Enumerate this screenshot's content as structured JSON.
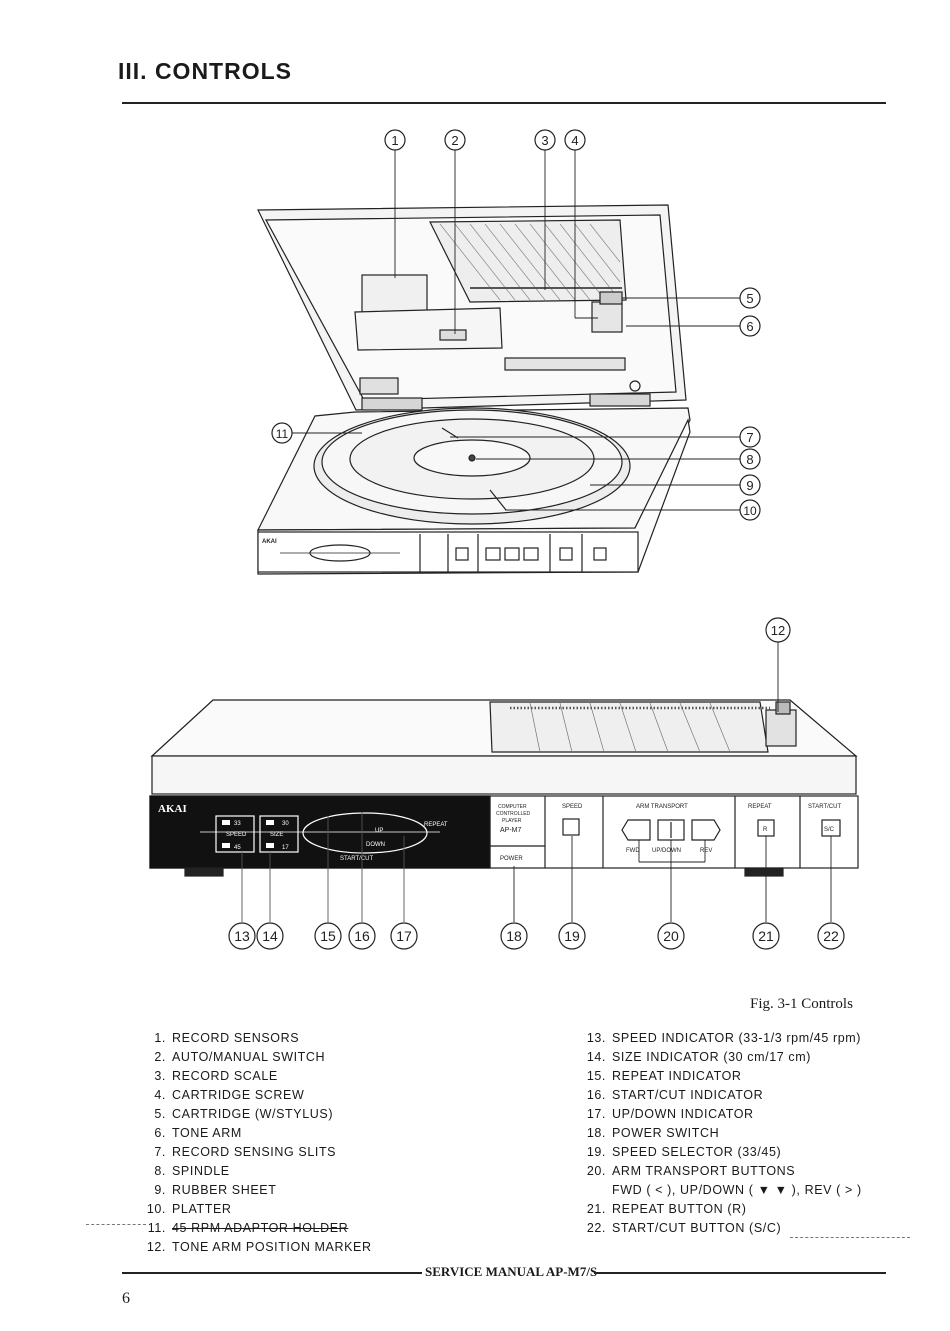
{
  "title": "III. CONTROLS",
  "figure": {
    "caption": "Fig. 3-1  Controls",
    "callouts": [
      "1",
      "2",
      "3",
      "4",
      "5",
      "6",
      "7",
      "8",
      "9",
      "10",
      "11",
      "12",
      "13",
      "14",
      "15",
      "16",
      "17",
      "18",
      "19",
      "20",
      "21",
      "22"
    ],
    "front_panel": {
      "brand": "AKAI",
      "speed_label": "SPEED",
      "size_label": "SIZE",
      "speed_33": "33",
      "speed_45": "45",
      "size_30": "30",
      "size_17": "17",
      "repeat_label": "REPEAT",
      "up_label": "UP",
      "down_label": "DOWN",
      "startcut_label": "START/CUT",
      "model_line1": "COMPUTER",
      "model_line2": "CONTROLLED",
      "model_line3": "PLAYER",
      "model": "AP-M7",
      "power_label": "POWER",
      "speed_section": "SPEED",
      "arm_transport": "ARM TRANSPORT",
      "fwd_label": "FWD",
      "updown_label": "UP/DOWN",
      "rev_label": "REV",
      "repeat_section": "REPEAT",
      "startcut_section": "START/CUT",
      "repeat_key": "R",
      "startcut_key": "S/C"
    }
  },
  "list_left": [
    {
      "num": "1.",
      "text": "RECORD SENSORS"
    },
    {
      "num": "2.",
      "text": "AUTO/MANUAL SWITCH"
    },
    {
      "num": "3.",
      "text": "RECORD SCALE"
    },
    {
      "num": "4.",
      "text": "CARTRIDGE SCREW"
    },
    {
      "num": "5.",
      "text": "CARTRIDGE (W/STYLUS)"
    },
    {
      "num": "6.",
      "text": "TONE ARM"
    },
    {
      "num": "7.",
      "text": "RECORD SENSING SLITS"
    },
    {
      "num": "8.",
      "text": "SPINDLE"
    },
    {
      "num": "9.",
      "text": "RUBBER SHEET"
    },
    {
      "num": "10.",
      "text": "PLATTER"
    },
    {
      "num": "11.",
      "text": "45 RPM ADAPTOR HOLDER"
    },
    {
      "num": "12.",
      "text": "TONE ARM POSITION MARKER"
    }
  ],
  "list_right": [
    {
      "num": "13.",
      "text": "SPEED INDICATOR (33-1/3 rpm/45 rpm)"
    },
    {
      "num": "14.",
      "text": "SIZE INDICATOR (30 cm/17 cm)"
    },
    {
      "num": "15.",
      "text": "REPEAT INDICATOR"
    },
    {
      "num": "16.",
      "text": "START/CUT INDICATOR"
    },
    {
      "num": "17.",
      "text": "UP/DOWN INDICATOR"
    },
    {
      "num": "18.",
      "text": "POWER SWITCH"
    },
    {
      "num": "19.",
      "text": "SPEED SELECTOR (33/45)"
    },
    {
      "num": "20.",
      "text": "ARM TRANSPORT BUTTONS"
    },
    {
      "num": "",
      "text": "FWD ( < ), UP/DOWN ( ▼ ▼ ), REV ( > )"
    },
    {
      "num": "21.",
      "text": "REPEAT BUTTON (R)"
    },
    {
      "num": "22.",
      "text": "START/CUT BUTTON (S/C)"
    }
  ],
  "footer": "SERVICE MANUAL AP-M7/S",
  "page_number": "6"
}
